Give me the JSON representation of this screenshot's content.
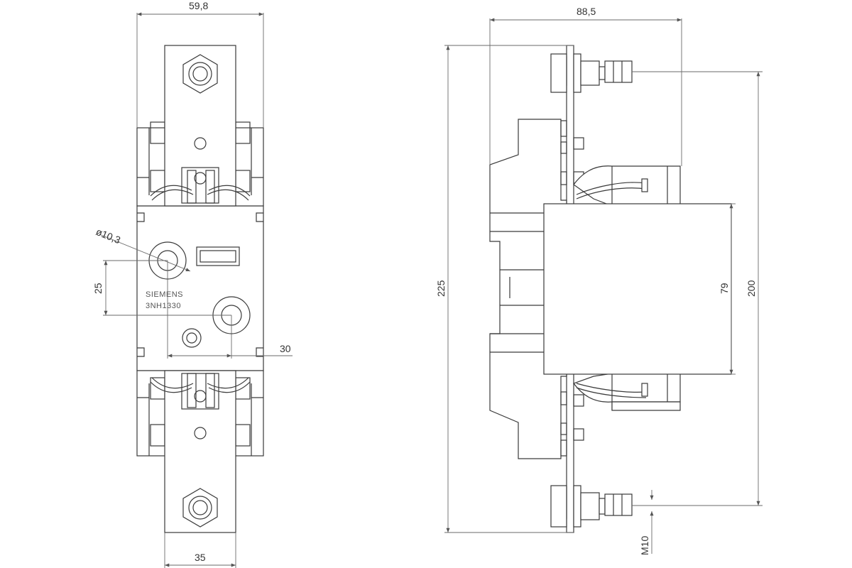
{
  "dimensions": {
    "front_width_top": "59,8",
    "front_width_bottom": "35",
    "hole_diameter": "ø10,3",
    "hole_vertical_spacing": "25",
    "hole_horizontal_spacing": "30",
    "side_depth": "88,5",
    "side_total_height": "225",
    "side_mount_height": "200",
    "side_cover_height": "79",
    "thread": "M10"
  },
  "product": {
    "brand": "SIEMENS",
    "model": "3NH1330"
  }
}
